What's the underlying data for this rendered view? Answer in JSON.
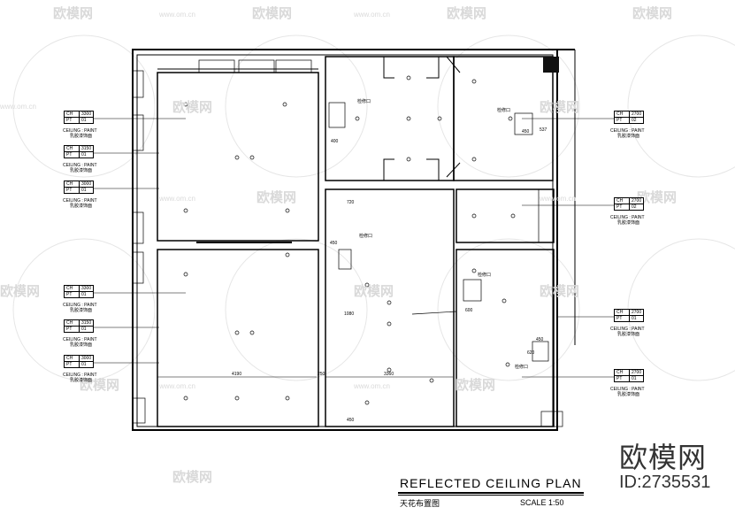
{
  "title": {
    "english": "REFLECTED CEILING PLAN",
    "chinese": "天花布置图",
    "scale": "SCALE    1:50"
  },
  "brand": {
    "name": "欧模网",
    "id": "ID:2735531"
  },
  "watermark": {
    "text": "欧模网",
    "url": "www.om.cn"
  },
  "ceiling_tags": {
    "left": [
      {
        "ch_label": "CH",
        "ch_value": "3300",
        "pt_label": "PT",
        "pt_value": "01",
        "caption": "CEILING : PAINT",
        "caption_cn": "乳胶漆饰面"
      },
      {
        "ch_label": "CH",
        "ch_value": "3150",
        "pt_label": "PT",
        "pt_value": "01",
        "caption": "CEILING : PAINT",
        "caption_cn": "乳胶漆饰面"
      },
      {
        "ch_label": "CH",
        "ch_value": "3000",
        "pt_label": "PT",
        "pt_value": "01",
        "caption": "CEILING : PAINT",
        "caption_cn": "乳胶漆饰面"
      },
      {
        "ch_label": "CH",
        "ch_value": "3300",
        "pt_label": "PT",
        "pt_value": "01",
        "caption": "CEILING : PAINT",
        "caption_cn": "乳胶漆饰面"
      },
      {
        "ch_label": "CH",
        "ch_value": "3150",
        "pt_label": "PT",
        "pt_value": "01",
        "caption": "CEILING : PAINT",
        "caption_cn": "乳胶漆饰面"
      },
      {
        "ch_label": "CH",
        "ch_value": "3000",
        "pt_label": "PT",
        "pt_value": "01",
        "caption": "CEILING : PAINT",
        "caption_cn": "乳胶漆饰面"
      }
    ],
    "right": [
      {
        "ch_label": "CH",
        "ch_value": "2700",
        "pt_label": "PT",
        "pt_value": "02",
        "caption": "CEILING : PAINT",
        "caption_cn": "乳胶漆饰面"
      },
      {
        "ch_label": "CH",
        "ch_value": "2700",
        "pt_label": "PT",
        "pt_value": "02",
        "caption": "CEILING : PAINT",
        "caption_cn": "乳胶漆饰面"
      },
      {
        "ch_label": "CH",
        "ch_value": "2700",
        "pt_label": "PT",
        "pt_value": "01",
        "caption": "CEILING : PAINT",
        "caption_cn": "乳胶漆饰面"
      },
      {
        "ch_label": "CH",
        "ch_value": "2700",
        "pt_label": "PT",
        "pt_value": "01",
        "caption": "CEILING : PAINT",
        "caption_cn": "乳胶漆饰面"
      }
    ]
  },
  "dimensions": {
    "d4190": "4190",
    "d3360": "3360",
    "d250": "250",
    "d1080": "1080",
    "d720": "720",
    "d450a": "450",
    "d450b": "450",
    "d600": "600",
    "d537": "537",
    "d400": "400",
    "d450c": "450",
    "d620": "620",
    "d450d": "450"
  },
  "notes": {
    "access1": "检修口",
    "access2": "检修口",
    "access3": "检修口",
    "access4": "检修口",
    "access5": "检修口"
  }
}
